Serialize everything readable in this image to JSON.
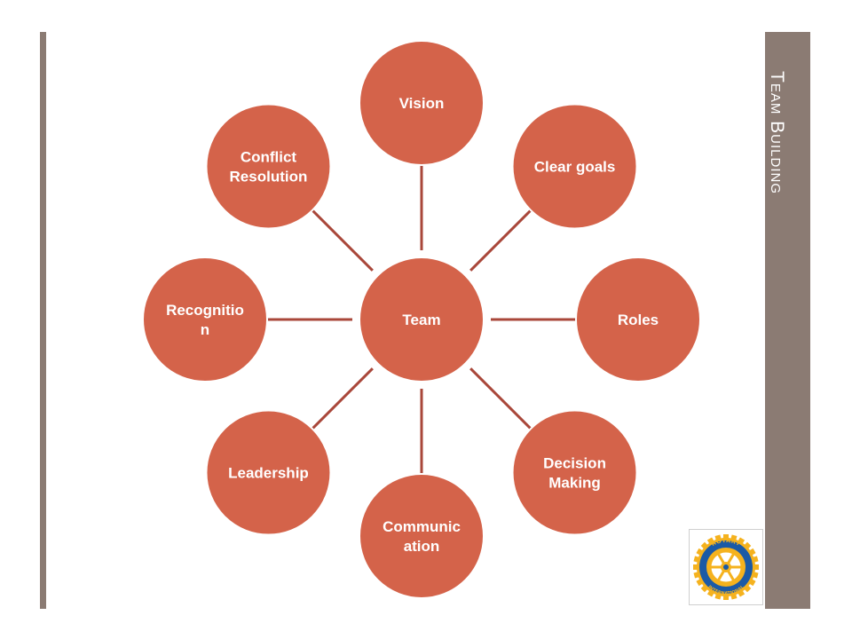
{
  "slide": {
    "title": "Team Building"
  },
  "diagram": {
    "center": {
      "id": "team",
      "label": [
        "Team"
      ]
    },
    "nodes": [
      {
        "id": "vision",
        "label": [
          "Vision"
        ]
      },
      {
        "id": "clear-goals",
        "label": [
          "Clear goals"
        ]
      },
      {
        "id": "roles",
        "label": [
          "Roles"
        ]
      },
      {
        "id": "decision-making",
        "label": [
          "Decision",
          "Making"
        ]
      },
      {
        "id": "communication",
        "label": [
          "Communic",
          "ation"
        ]
      },
      {
        "id": "leadership",
        "label": [
          "Leadership"
        ]
      },
      {
        "id": "recognition",
        "label": [
          "Recognitio",
          "n"
        ]
      },
      {
        "id": "conflict-resolution",
        "label": [
          "Conflict",
          "Resolution"
        ]
      }
    ],
    "colors": {
      "node_fill": "#d4634a",
      "node_stroke": "#ffffff",
      "connector": "#a9473a",
      "accent_bar": "#8b7b73"
    }
  },
  "logo": {
    "icon": "rotary-wheel-icon",
    "ring_text_top": "ROTARY",
    "ring_text_bottom": "INTERNATIONAL",
    "colors": {
      "gold": "#f5b21e",
      "blue": "#1b5aa6"
    }
  }
}
